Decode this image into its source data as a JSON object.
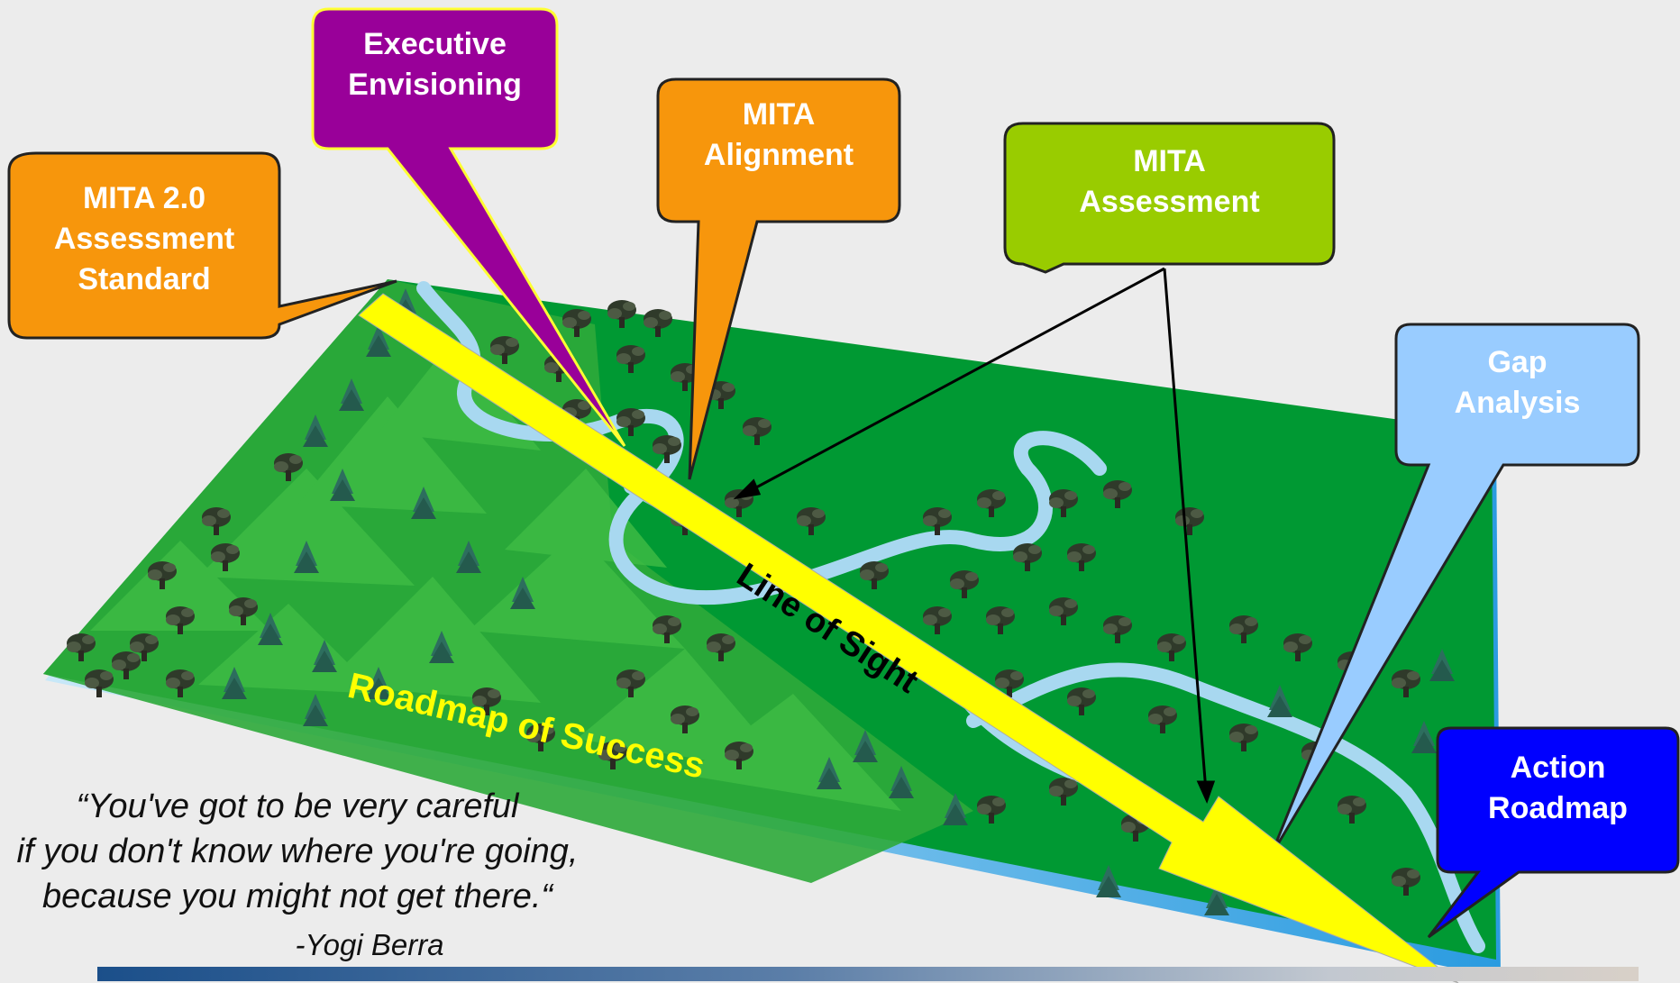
{
  "callouts": {
    "mita20": {
      "lines": [
        "MITA 2.0",
        "Assessment",
        "Standard"
      ],
      "color": "#f7960c"
    },
    "executive": {
      "lines": [
        "Executive",
        "Envisioning"
      ],
      "color": "#990099"
    },
    "alignment": {
      "lines": [
        "MITA",
        "Alignment"
      ],
      "color": "#f7960c"
    },
    "assessment": {
      "lines": [
        "MITA",
        "Assessment"
      ],
      "color": "#99cc00"
    },
    "gap": {
      "lines": [
        "Gap",
        "Analysis"
      ],
      "color": "#99ccff"
    },
    "action": {
      "lines": [
        "Action",
        "Roadmap"
      ],
      "color": "#0000ff"
    }
  },
  "line_of_sight_label": "Line of Sight",
  "roadmap_label": "Roadmap of Success",
  "quote": {
    "lines": [
      "“You've got to be very careful",
      "if you don't know where you're going,",
      "because you might not get there.“"
    ],
    "author": "-Yogi Berra"
  },
  "colors": {
    "map_green": "#009933",
    "hill_green": "#33aa33",
    "river": "#a8d8f0",
    "sight_line": "#ffff00"
  }
}
